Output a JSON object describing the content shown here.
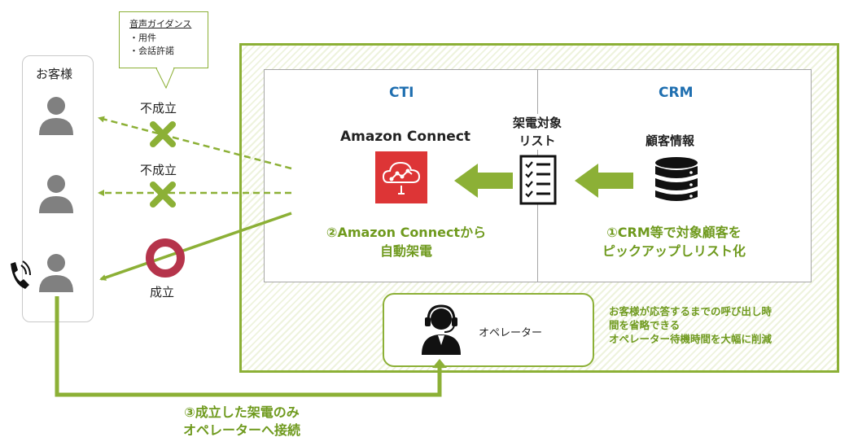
{
  "customers": {
    "title": "お客様"
  },
  "guidance": {
    "title": "音声ガイダンス",
    "items": [
      "・用件",
      "・会話許諾"
    ]
  },
  "calls": {
    "failed_label_1": "不成立",
    "failed_label_2": "不成立",
    "success_label": "成立"
  },
  "cti": {
    "header": "CTI",
    "product_name": "Amazon Connect",
    "step_text_line1": "②Amazon Connectから",
    "step_text_line2": "自動架電"
  },
  "call_list": {
    "label_line1": "架電対象",
    "label_line2": "リスト"
  },
  "crm": {
    "header": "CRM",
    "data_label": "顧客情報",
    "step_text_line1": "①CRM等で対象顧客を",
    "step_text_line2": "ピックアップしリスト化"
  },
  "operator": {
    "label": "オペレーター"
  },
  "benefit_note": {
    "line1": "お客様が応答するまでの呼び出し時",
    "line2": "間を省略できる",
    "line3": "オペレーター待機時間を大幅に削減"
  },
  "connect_step": {
    "line1": "③成立した架電のみ",
    "line2": "オペレーターへ接続"
  },
  "colors": {
    "accent_green": "#8cb036",
    "text_green": "#6f9a1e",
    "header_blue": "#1f6fb0",
    "fail_mark": "#8cb036",
    "success_ring": "#b5344b",
    "aws_red": "#dd3536",
    "person_gray": "#808080"
  },
  "icons": [
    "person-icon",
    "phone-icon",
    "cross-icon",
    "circle-icon",
    "amazon-connect-icon",
    "checklist-icon",
    "database-icon",
    "operator-headset-icon",
    "arrow-icon"
  ]
}
